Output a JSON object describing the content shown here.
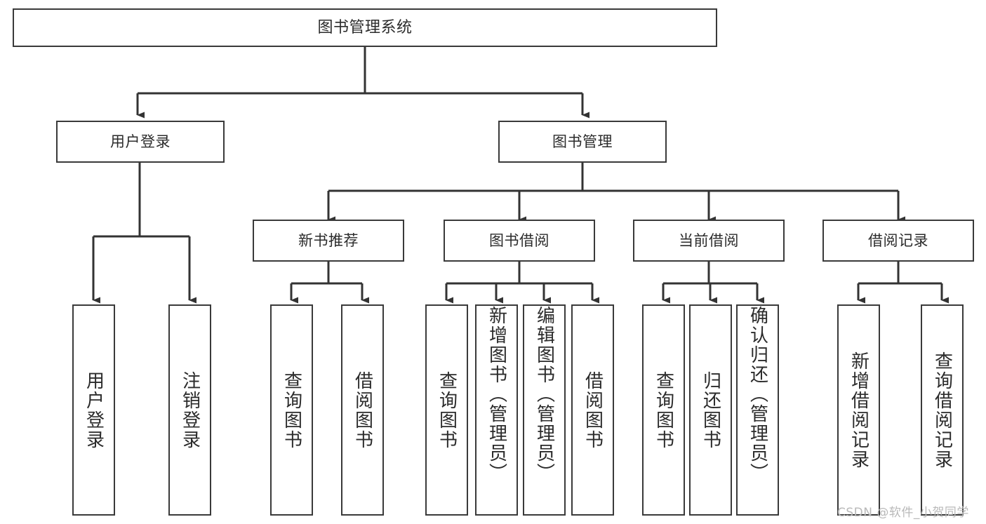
{
  "diagram": {
    "title": "图书管理系统",
    "type": "tree-hierarchy-chart",
    "watermark": "CSDN @软件_小贺同学",
    "colors": {
      "background": "#ffffff",
      "box_border": "#3a3a3a",
      "box_fill": "#ffffff",
      "text": "#2b2b2b",
      "edge": "#333333",
      "watermark": "#b9b9b9"
    },
    "nodes": {
      "root": {
        "label": "图书管理系统"
      },
      "level2": [
        {
          "label": "用户登录"
        },
        {
          "label": "图书管理"
        }
      ],
      "level3": [
        {
          "label": "新书推荐"
        },
        {
          "label": "图书借阅"
        },
        {
          "label": "当前借阅"
        },
        {
          "label": "借阅记录"
        }
      ],
      "leaves": {
        "user_login": [
          {
            "label": "用户登录"
          },
          {
            "label": "注销登录"
          }
        ],
        "new_book_recommend": [
          {
            "label": "查询图书"
          },
          {
            "label": "借阅图书"
          }
        ],
        "book_borrow": [
          {
            "label": "查询图书"
          },
          {
            "label": "新增图书（管理员）"
          },
          {
            "label": "编辑图书（管理员）"
          },
          {
            "label": "借阅图书"
          }
        ],
        "current_borrow": [
          {
            "label": "查询图书"
          },
          {
            "label": "归还图书"
          },
          {
            "label": "确认归还（管理员）"
          }
        ],
        "borrow_record": [
          {
            "label": "新增借阅记录"
          },
          {
            "label": "查询借阅记录"
          }
        ]
      }
    }
  }
}
